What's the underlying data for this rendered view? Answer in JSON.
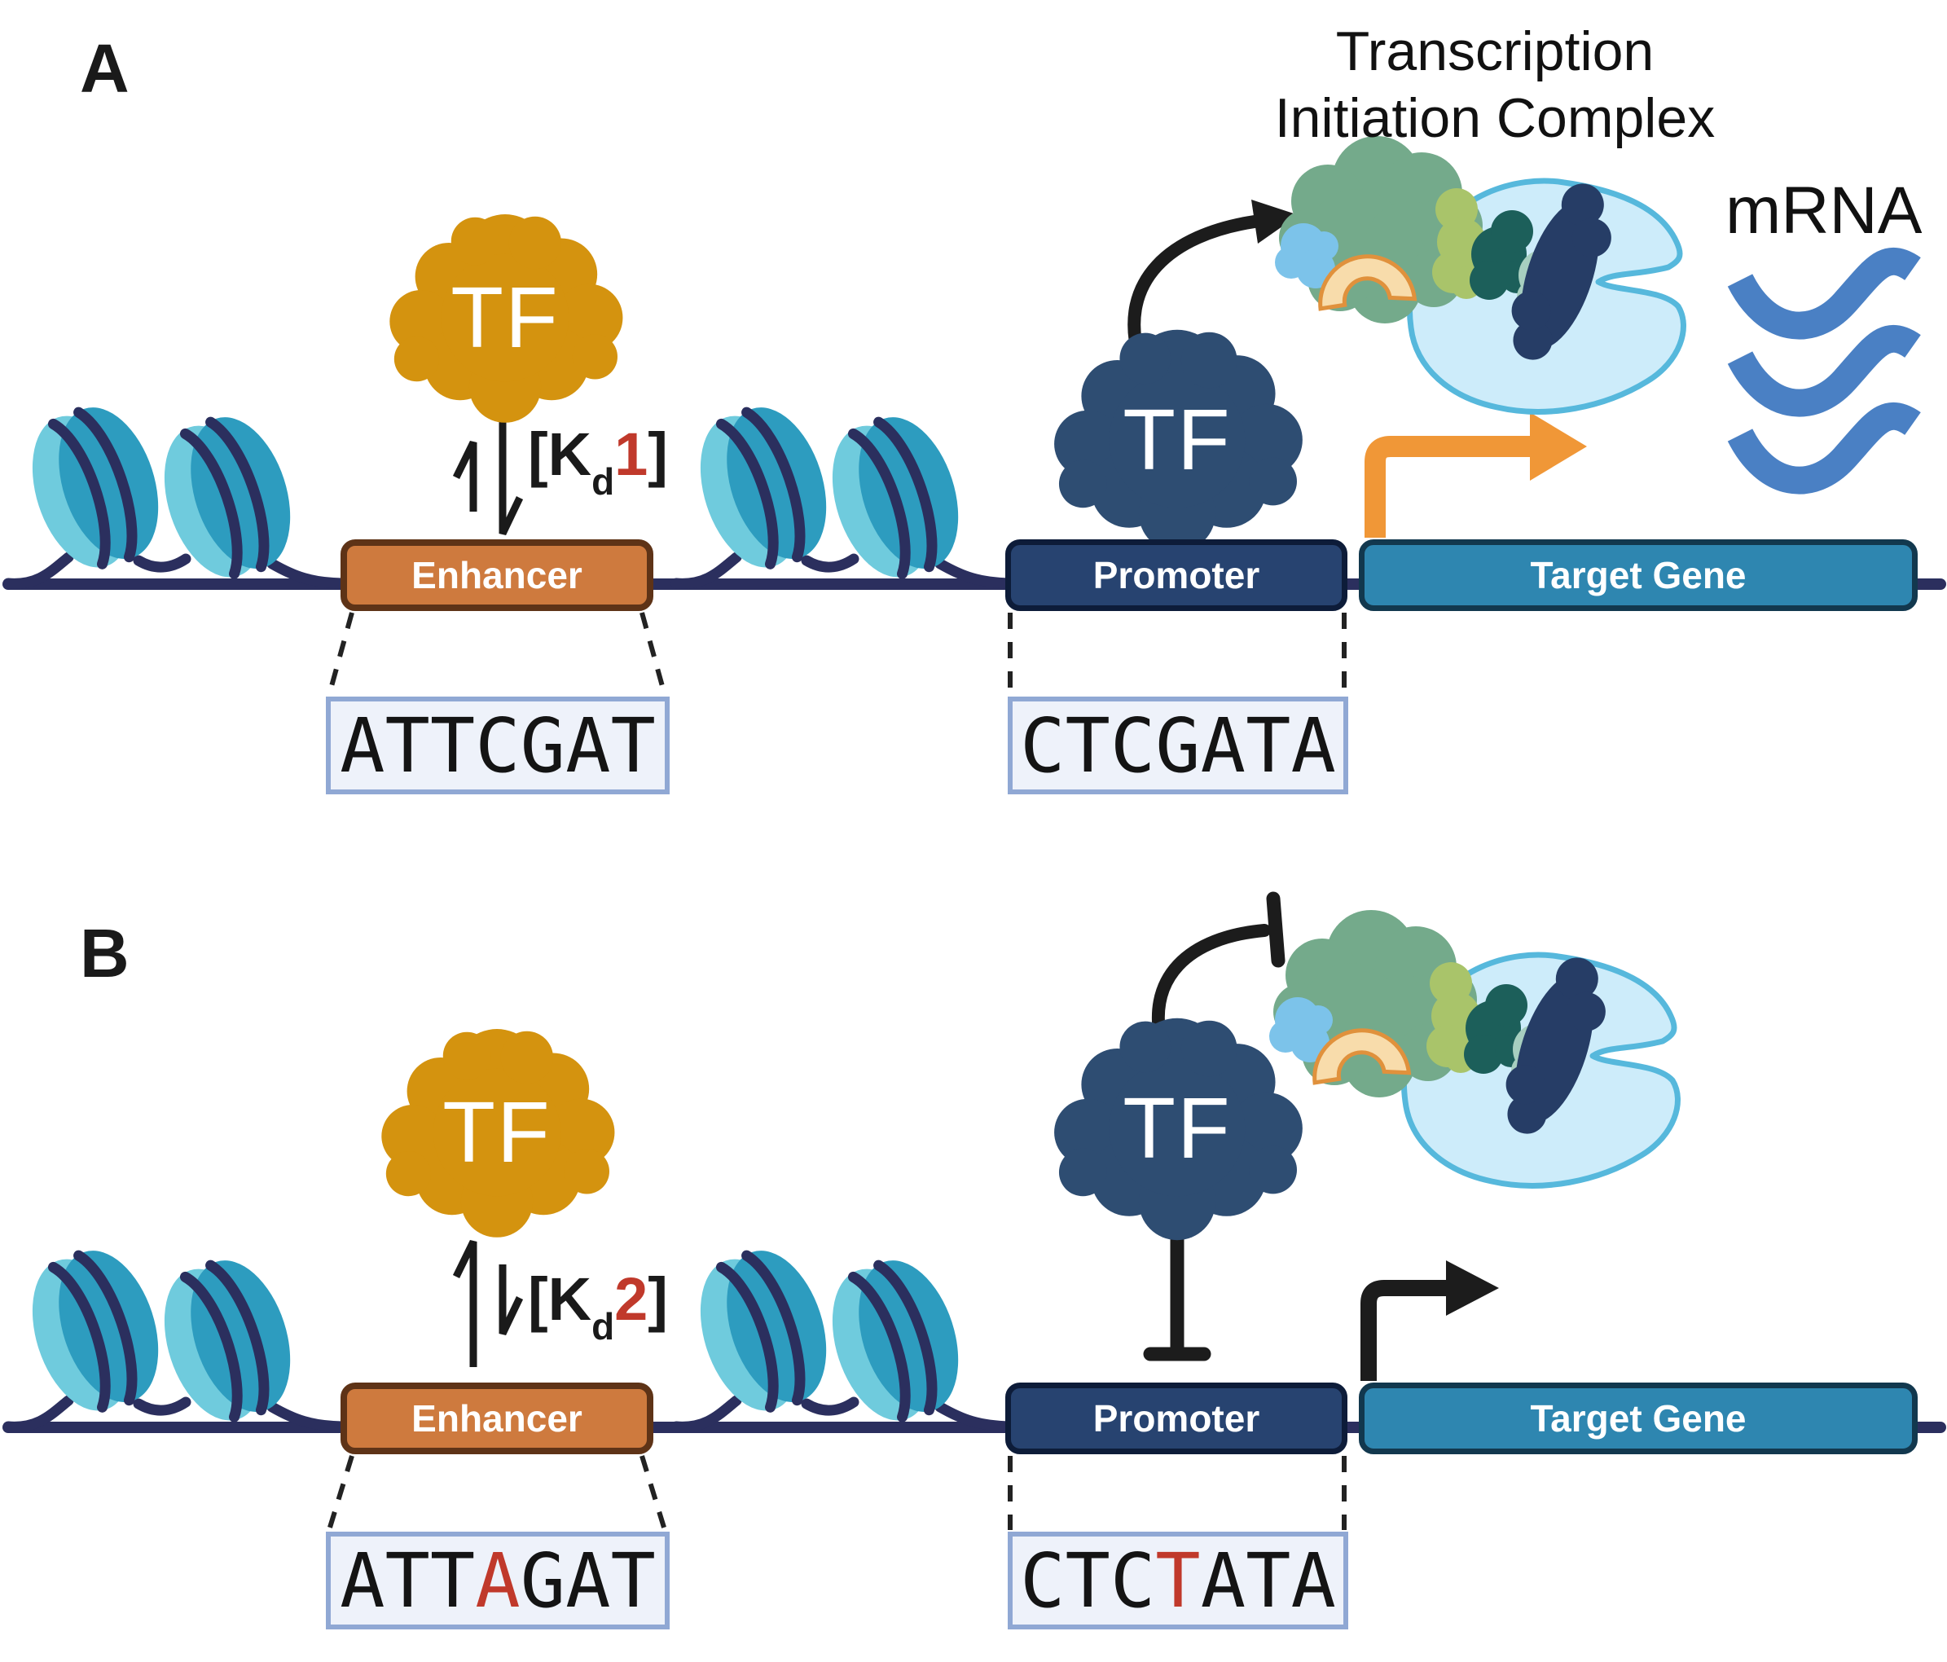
{
  "colors": {
    "dna": "#2B2F5E",
    "nuc_body": "#2D9CBF",
    "nuc_light": "#6FCBDD",
    "enhancer_fill": "#CE7A3E",
    "enhancer_border": "#5E3317",
    "promoter_fill": "#274370",
    "promoter_border": "#0D1C39",
    "target_fill": "#2E86B0",
    "target_border": "#12384E",
    "tf_activator": "#D4930F",
    "tf_repressor": "#2E4D72",
    "highlight_red": "#C0392B",
    "mrna_blue": "#4A80C4",
    "arrow_orange": "#F09737",
    "arrow_black": "#1C1C1C",
    "seq_fill": "#EEF2FA",
    "seq_border": "#90A8D4",
    "complex_green": "#74AA8B",
    "complex_lightblue": "#7CC3EA",
    "complex_peach": "#F8DCAB",
    "complex_peach_border": "#E0913C",
    "complex_olive": "#A9C46A",
    "complex_teal": "#1C5F5A",
    "complex_seafoam": "#A7CFC0",
    "complex_navy": "#263D66",
    "polymerase_fill": "#CDECFA",
    "polymerase_border": "#56B8DC"
  },
  "panel_a": {
    "label": "A",
    "enhancer_tf_label": "TF",
    "promoter_tf_label": "TF",
    "kd": {
      "open": "[K",
      "sub": "d",
      "value": "1",
      "close": "]"
    },
    "enhancer_label": "Enhancer",
    "promoter_label": "Promoter",
    "target_gene_label": "Target Gene",
    "enhancer_sequence": {
      "pre": "ATTCGAT",
      "mut": "",
      "post": ""
    },
    "promoter_sequence": {
      "pre": "CTCGATA",
      "mut": "",
      "post": ""
    },
    "complex_title": {
      "line1": "Transcription",
      "line2": "Initiation Complex"
    },
    "mrna_label": "mRNA"
  },
  "panel_b": {
    "label": "B",
    "enhancer_tf_label": "TF",
    "promoter_tf_label": "TF",
    "kd": {
      "open": "[K",
      "sub": "d",
      "value": "2",
      "close": "]"
    },
    "enhancer_label": "Enhancer",
    "promoter_label": "Promoter",
    "target_gene_label": "Target Gene",
    "enhancer_sequence": {
      "pre": "ATT",
      "mut": "A",
      "post": "GAT"
    },
    "promoter_sequence": {
      "pre": "CTC",
      "mut": "T",
      "post": "ATA"
    }
  }
}
